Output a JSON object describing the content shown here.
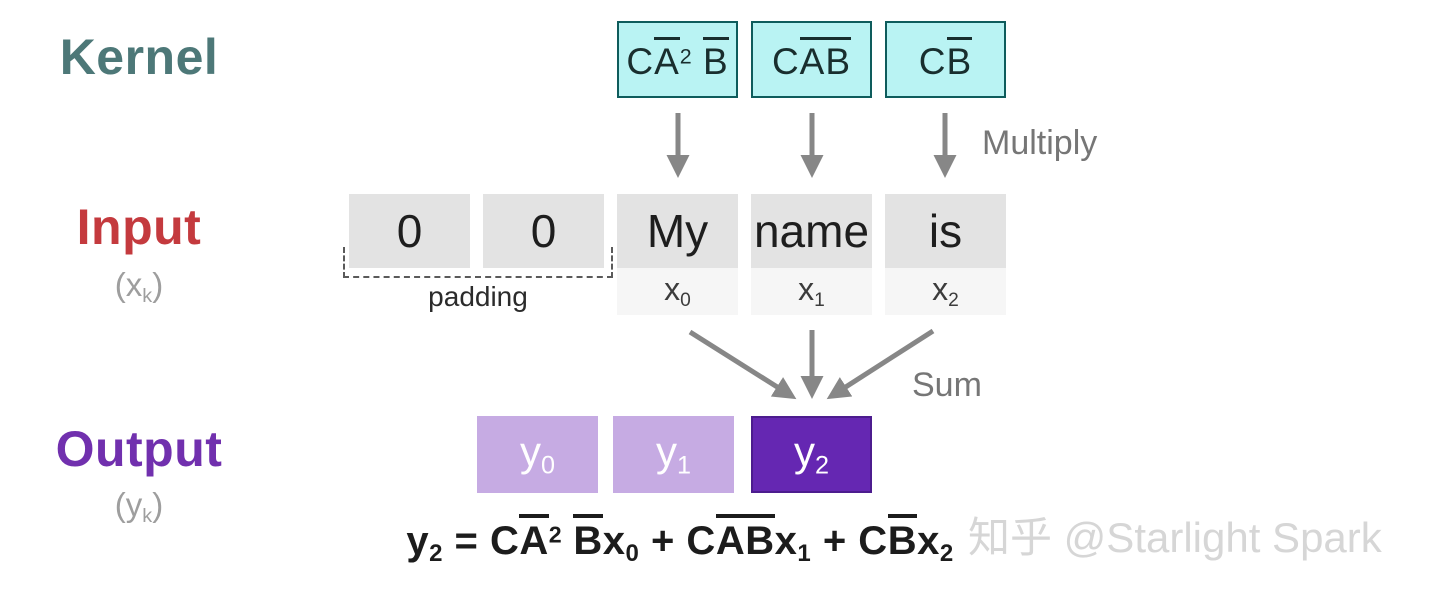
{
  "labels": {
    "kernel": "Kernel",
    "input": "Input",
    "output": "Output",
    "input_sub_parts": [
      {
        "t": "text",
        "v": "(x"
      },
      {
        "t": "sub",
        "v": "k"
      },
      {
        "t": "text",
        "v": ")"
      }
    ],
    "output_sub_parts": [
      {
        "t": "text",
        "v": "(y"
      },
      {
        "t": "sub",
        "v": "k"
      },
      {
        "t": "text",
        "v": ")"
      }
    ]
  },
  "kernel": {
    "boxes": [
      {
        "name": "C A-bar squared B-bar",
        "parts": [
          {
            "t": "text",
            "v": "C"
          },
          {
            "t": "bar",
            "v": "A"
          },
          {
            "t": "sup",
            "v": "2"
          },
          {
            "t": "text",
            "v": " "
          },
          {
            "t": "bar",
            "v": "B"
          }
        ]
      },
      {
        "name": "C A-bar B-bar",
        "parts": [
          {
            "t": "text",
            "v": "C"
          },
          {
            "t": "bar",
            "v": "A"
          },
          {
            "t": "bar",
            "v": "B"
          }
        ]
      },
      {
        "name": "C B-bar",
        "parts": [
          {
            "t": "text",
            "v": "C"
          },
          {
            "t": "bar",
            "v": "B"
          }
        ]
      }
    ]
  },
  "annotations": {
    "multiply": "Multiply",
    "sum": "Sum",
    "padding": "padding"
  },
  "input": {
    "cells": [
      {
        "word": "0"
      },
      {
        "word": "0"
      },
      {
        "word": "My"
      },
      {
        "word": "name"
      },
      {
        "word": "is"
      }
    ],
    "sub_cells": [
      {
        "parts": [
          {
            "t": "text",
            "v": "x"
          },
          {
            "t": "sub",
            "v": "0"
          }
        ]
      },
      {
        "parts": [
          {
            "t": "text",
            "v": "x"
          },
          {
            "t": "sub",
            "v": "1"
          }
        ]
      },
      {
        "parts": [
          {
            "t": "text",
            "v": "x"
          },
          {
            "t": "sub",
            "v": "2"
          }
        ]
      }
    ]
  },
  "output": {
    "boxes": [
      {
        "variant": "light",
        "parts": [
          {
            "t": "text",
            "v": "y"
          },
          {
            "t": "sub",
            "v": "0"
          }
        ]
      },
      {
        "variant": "light",
        "parts": [
          {
            "t": "text",
            "v": "y"
          },
          {
            "t": "sub",
            "v": "1"
          }
        ]
      },
      {
        "variant": "dark",
        "parts": [
          {
            "t": "text",
            "v": "y"
          },
          {
            "t": "sub",
            "v": "2"
          }
        ]
      }
    ]
  },
  "formula": {
    "parts": [
      {
        "t": "text",
        "v": "y"
      },
      {
        "t": "sub",
        "v": "2"
      },
      {
        "t": "text",
        "v": " = C"
      },
      {
        "t": "bar",
        "v": "A"
      },
      {
        "t": "sup",
        "v": "2"
      },
      {
        "t": "text",
        "v": " "
      },
      {
        "t": "bar",
        "v": "B"
      },
      {
        "t": "text",
        "v": "x"
      },
      {
        "t": "sub",
        "v": "0"
      },
      {
        "t": "text",
        "v": " + C"
      },
      {
        "t": "bar",
        "v": "A"
      },
      {
        "t": "bar",
        "v": "B"
      },
      {
        "t": "text",
        "v": "x"
      },
      {
        "t": "sub",
        "v": "1"
      },
      {
        "t": "text",
        "v": " + C"
      },
      {
        "t": "bar",
        "v": "B"
      },
      {
        "t": "text",
        "v": "x"
      },
      {
        "t": "sub",
        "v": "2"
      }
    ]
  },
  "watermark": "知乎 @Starlight Spark",
  "colors": {
    "kernel_label": "#4d7878",
    "kernel_box_fill": "#b9f3f3",
    "kernel_box_border": "#0e5c5c",
    "input_label": "#c43a3e",
    "output_label": "#7130ae",
    "input_cell_fill": "#e3e3e3",
    "input_subcell_fill": "#f6f6f6",
    "output_light_fill": "#c6abe3",
    "output_dark_fill": "#6527b2",
    "arrow_gray": "#878787",
    "annotation_gray": "#767676",
    "muted_gray": "#9e9e9e",
    "watermark_gray": "#d6d6d6"
  }
}
